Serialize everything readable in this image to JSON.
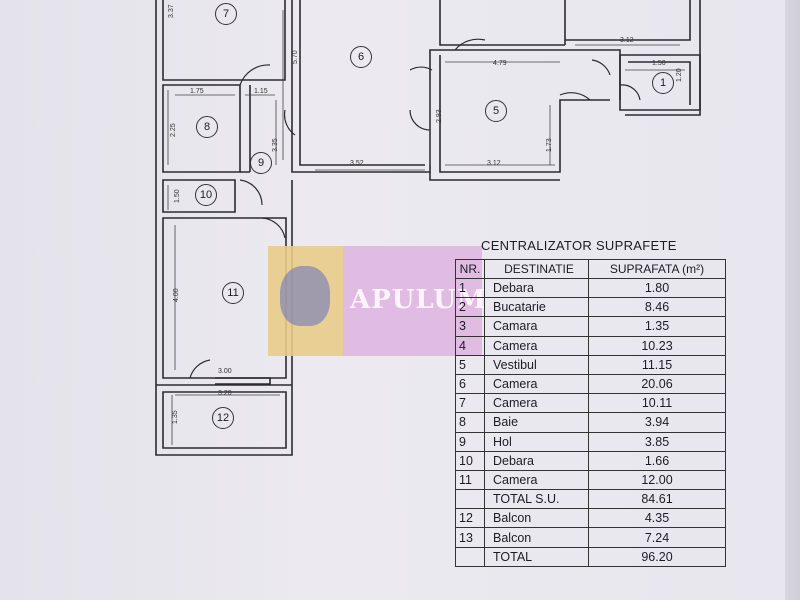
{
  "watermark": {
    "text": "APULUM"
  },
  "table": {
    "title": "CENTRALIZATOR SUPRAFETE",
    "headers": {
      "nr": "NR.",
      "destinatie": "DESTINATIE",
      "suprafata": "SUPRAFATA (m²)"
    },
    "rows": [
      {
        "nr": "1",
        "destinatie": "Debara",
        "suprafata": "1.80"
      },
      {
        "nr": "2",
        "destinatie": "Bucatarie",
        "suprafata": "8.46"
      },
      {
        "nr": "3",
        "destinatie": "Camara",
        "suprafata": "1.35"
      },
      {
        "nr": "4",
        "destinatie": "Camera",
        "suprafata": "10.23"
      },
      {
        "nr": "5",
        "destinatie": "Vestibul",
        "suprafata": "11.15"
      },
      {
        "nr": "6",
        "destinatie": "Camera",
        "suprafata": "20.06"
      },
      {
        "nr": "7",
        "destinatie": "Camera",
        "suprafata": "10.11"
      },
      {
        "nr": "8",
        "destinatie": "Baie",
        "suprafata": "3.94"
      },
      {
        "nr": "9",
        "destinatie": "Hol",
        "suprafata": "3.85"
      },
      {
        "nr": "10",
        "destinatie": "Debara",
        "suprafata": "1.66"
      },
      {
        "nr": "11",
        "destinatie": "Camera",
        "suprafata": "12.00"
      },
      {
        "nr": "",
        "destinatie": "TOTAL S.U.",
        "suprafata": "84.61"
      },
      {
        "nr": "12",
        "destinatie": "Balcon",
        "suprafata": "4.35"
      },
      {
        "nr": "13",
        "destinatie": "Balcon",
        "suprafata": "7.24"
      },
      {
        "nr": "",
        "destinatie": "TOTAL",
        "suprafata": "96.20"
      }
    ]
  },
  "plan": {
    "rooms": [
      "7",
      "6",
      "5",
      "1",
      "8",
      "9",
      "10",
      "11",
      "12"
    ],
    "dimensions": [
      "3.37",
      "5.70",
      "3.12",
      "4.79",
      "1.50",
      "1.20",
      "1.75",
      "1.15",
      "2.25",
      "3.35",
      "2.93",
      "1.73",
      "3.52",
      "3.12",
      "1.50",
      "4.00",
      "3.00",
      "3.20",
      "1.35"
    ]
  }
}
